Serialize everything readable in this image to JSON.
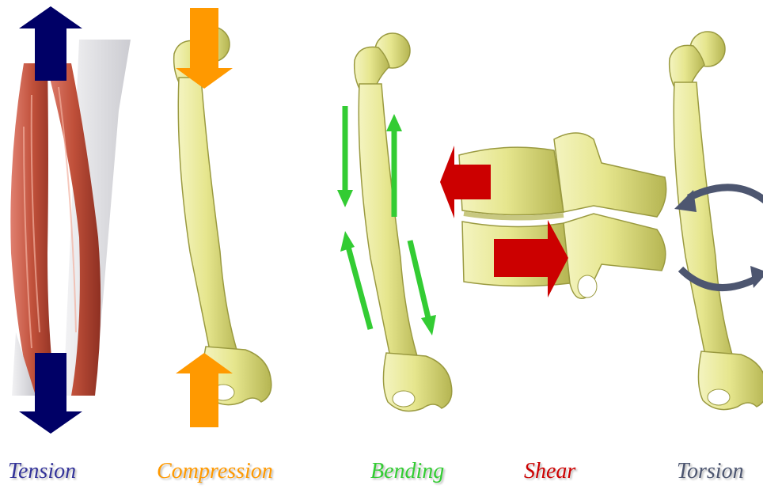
{
  "labels": {
    "tension": "Tension",
    "compression": "Compression",
    "bending": "Bending",
    "shear": "Shear",
    "torsion": "Torsion"
  },
  "colors": {
    "tension": "#000066",
    "compression": "#ff9900",
    "bending": "#33cc33",
    "shear": "#cc0000",
    "torsion": "#4d5670",
    "bone": "#e7e79a",
    "bone_shadow": "#a8a845",
    "muscle": "#c0503a",
    "tendon": "#d9d9dc"
  },
  "icons": [
    "muscle-illustration",
    "femur-illustration",
    "vertebrae-illustration",
    "arrow-icon",
    "rotation-arrow-icon"
  ]
}
